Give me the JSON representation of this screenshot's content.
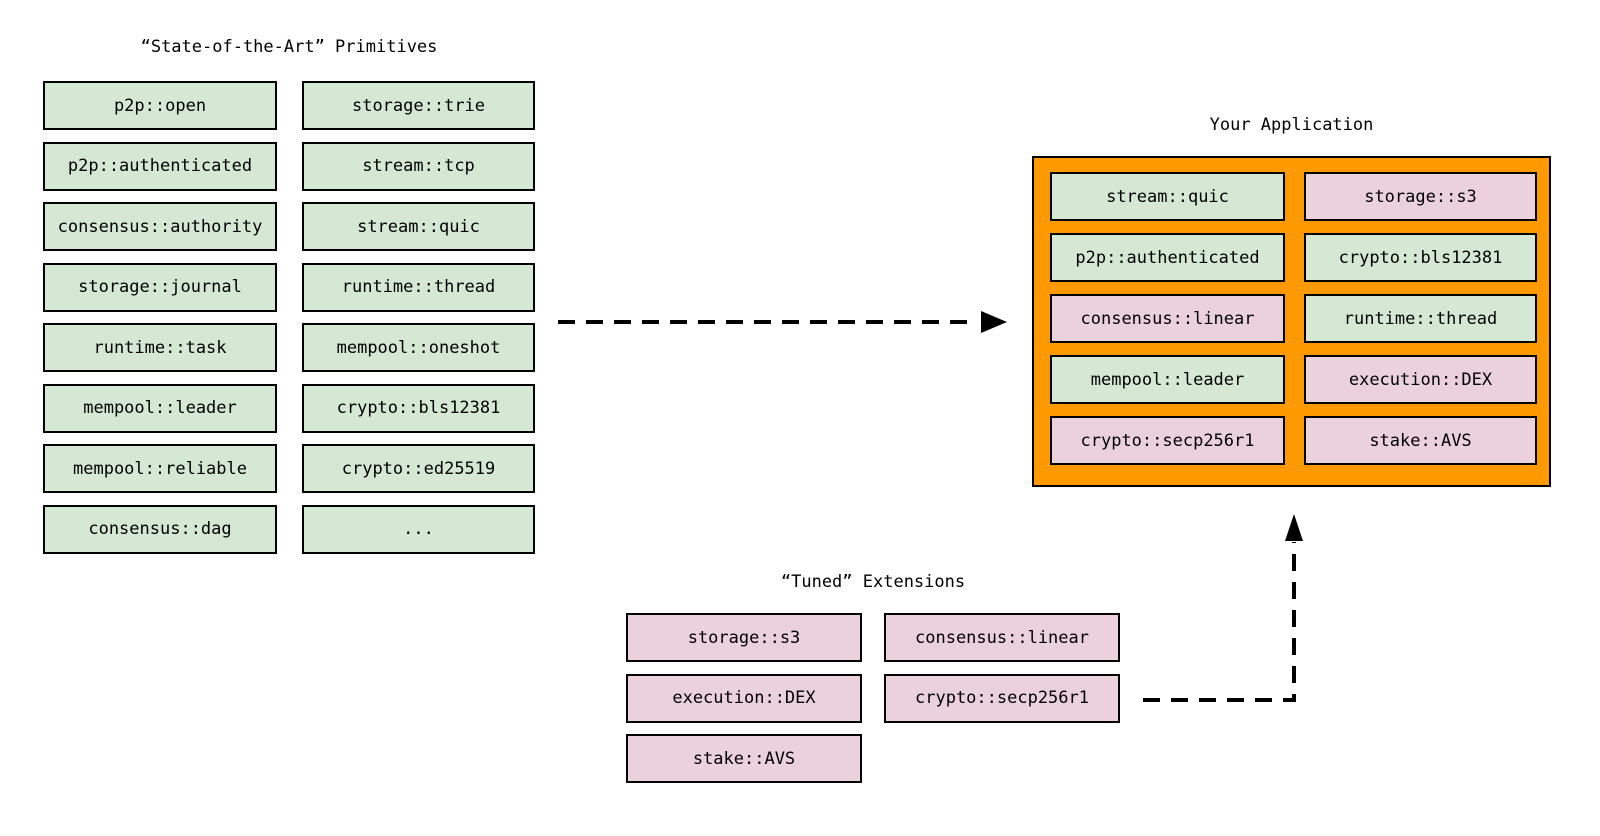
{
  "colors": {
    "primitive_green": "#d5e8d4",
    "extension_pink": "#ead1dc",
    "application_orange": "#ff9900",
    "border_black": "#000000"
  },
  "primitives": {
    "title": "“State-of-the-Art” Primitives",
    "col1": [
      "p2p::open",
      "p2p::authenticated",
      "consensus::authority",
      "storage::journal",
      "runtime::task",
      "mempool::leader",
      "mempool::reliable",
      "consensus::dag"
    ],
    "col2": [
      "storage::trie",
      "stream::tcp",
      "stream::quic",
      "runtime::thread",
      "mempool::oneshot",
      "crypto::bls12381",
      "crypto::ed25519",
      "..."
    ]
  },
  "application": {
    "title": "Your Application",
    "col1": [
      {
        "label": "stream::quic",
        "variant": "green"
      },
      {
        "label": "p2p::authenticated",
        "variant": "green"
      },
      {
        "label": "consensus::linear",
        "variant": "pink"
      },
      {
        "label": "mempool::leader",
        "variant": "green"
      },
      {
        "label": "crypto::secp256r1",
        "variant": "pink"
      }
    ],
    "col2": [
      {
        "label": "storage::s3",
        "variant": "pink"
      },
      {
        "label": "crypto::bls12381",
        "variant": "green"
      },
      {
        "label": "runtime::thread",
        "variant": "green"
      },
      {
        "label": "execution::DEX",
        "variant": "pink"
      },
      {
        "label": "stake::AVS",
        "variant": "pink"
      }
    ]
  },
  "extensions": {
    "title": "“Tuned” Extensions",
    "col1": [
      "storage::s3",
      "execution::DEX",
      "stake::AVS"
    ],
    "col2": [
      "consensus::linear",
      "crypto::secp256r1"
    ]
  }
}
